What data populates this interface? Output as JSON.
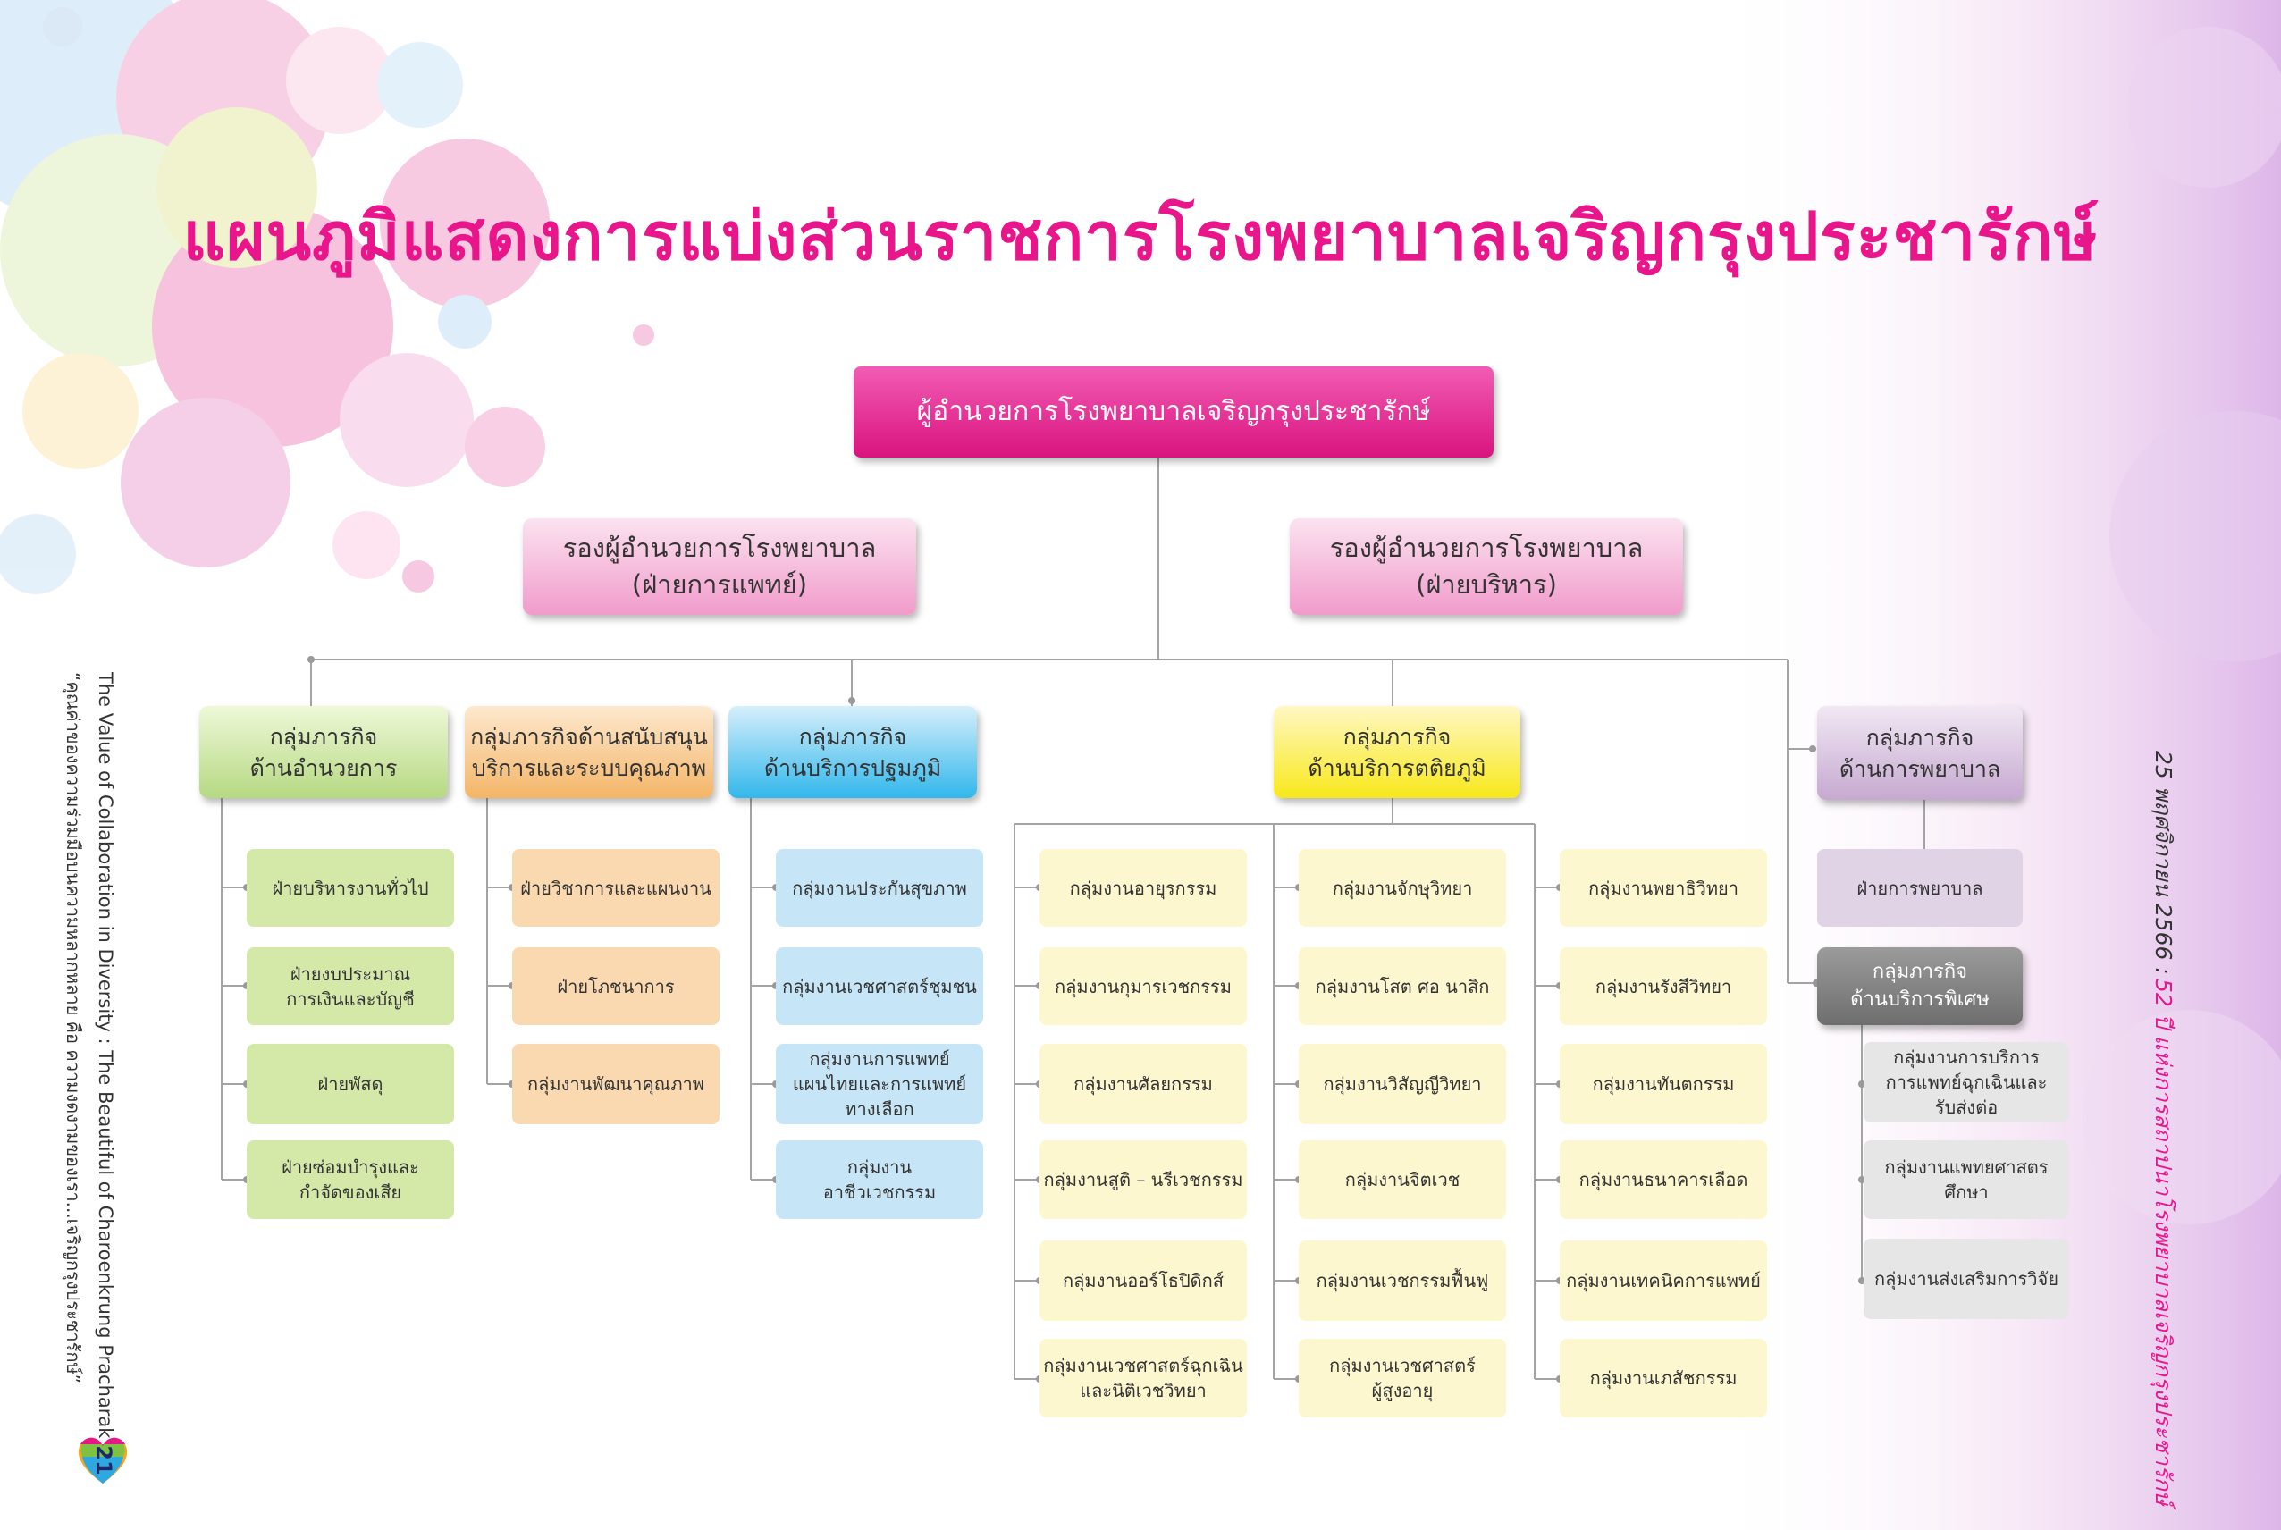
{
  "title": "แผนภูมิแสดงการแบ่งส่วนราชการโรงพยาบาลเจริญกรุงประชารักษ์",
  "director": "ผู้อำนวยการโรงพยาบาลเจริญกรุงประชารักษ์",
  "deputies": [
    {
      "line1": "รองผู้อำนวยการโรงพยาบาล",
      "line2": "(ฝ่ายการแพทย์)"
    },
    {
      "line1": "รองผู้อำนวยการโรงพยาบาล",
      "line2": "(ฝ่ายบริหาร)"
    }
  ],
  "groups": {
    "admin": {
      "line1": "กลุ่มภารกิจ",
      "line2": "ด้านอำนวยการ",
      "items": [
        {
          "line1": "ฝ่ายบริหารงานทั่วไป"
        },
        {
          "line1": "ฝ่ายงบประมาณ",
          "line2": "การเงินและบัญชี"
        },
        {
          "line1": "ฝ่ายพัสดุ"
        },
        {
          "line1": "ฝ่ายซ่อมบำรุงและ",
          "line2": "กำจัดของเสีย"
        }
      ]
    },
    "support": {
      "line1": "กลุ่มภารกิจด้านสนับสนุน",
      "line2": "บริการและระบบคุณภาพ",
      "items": [
        {
          "line1": "ฝ่ายวิชาการและแผนงาน"
        },
        {
          "line1": "ฝ่ายโภชนาการ"
        },
        {
          "line1": "กลุ่มงานพัฒนาคุณภาพ"
        }
      ]
    },
    "primary": {
      "line1": "กลุ่มภารกิจ",
      "line2": "ด้านบริการปฐมภูมิ",
      "items": [
        {
          "line1": "กลุ่มงานประกันสุขภาพ"
        },
        {
          "line1": "กลุ่มงานเวชศาสตร์ชุมชน"
        },
        {
          "line1": "กลุ่มงานการแพทย์",
          "line2": "แผนไทยและการแพทย์",
          "line3": "ทางเลือก"
        },
        {
          "line1": "กลุ่มงาน",
          "line2": "อาชีวเวชกรรม"
        }
      ]
    },
    "tertiary": {
      "line1": "กลุ่มภารกิจ",
      "line2": "ด้านบริการตติยภูมิ",
      "col1": [
        {
          "line1": "กลุ่มงานอายุรกรรม"
        },
        {
          "line1": "กลุ่มงานกุมารเวชกรรม"
        },
        {
          "line1": "กลุ่มงานศัลยกรรม"
        },
        {
          "line1": "กลุ่มงานสูติ – นรีเวชกรรม"
        },
        {
          "line1": "กลุ่มงานออร์โธปิดิกส์"
        },
        {
          "line1": "กลุ่มงานเวชศาสตร์ฉุกเฉิน",
          "line2": "และนิติเวชวิทยา"
        }
      ],
      "col2": [
        {
          "line1": "กลุ่มงานจักษุวิทยา"
        },
        {
          "line1": "กลุ่มงานโสต ศอ นาสิก"
        },
        {
          "line1": "กลุ่มงานวิสัญญีวิทยา"
        },
        {
          "line1": "กลุ่มงานจิตเวช"
        },
        {
          "line1": "กลุ่มงานเวชกรรมฟื้นฟู"
        },
        {
          "line1": "กลุ่มงานเวชศาสตร์",
          "line2": "ผู้สูงอายุ"
        }
      ],
      "col3": [
        {
          "line1": "กลุ่มงานพยาธิวิทยา"
        },
        {
          "line1": "กลุ่มงานรังสีวิทยา"
        },
        {
          "line1": "กลุ่มงานทันตกรรม"
        },
        {
          "line1": "กลุ่มงานธนาคารเลือด"
        },
        {
          "line1": "กลุ่มงานเทคนิคการแพทย์"
        },
        {
          "line1": "กลุ่มงานเภสัชกรรม"
        }
      ]
    },
    "nursing": {
      "line1": "กลุ่มภารกิจ",
      "line2": "ด้านการพยาบาล",
      "items": [
        {
          "line1": "ฝ่ายการพยาบาล"
        }
      ]
    },
    "special": {
      "line1": "กลุ่มภารกิจ",
      "line2": "ด้านบริการพิเศษ",
      "items": [
        {
          "line1": "กลุ่มงานการบริการ",
          "line2": "การแพทย์ฉุกเฉินและ",
          "line3": "รับส่งต่อ"
        },
        {
          "line1": "กลุ่มงานแพทยศาสตรศึกษา"
        },
        {
          "line1": "กลุ่มงานส่งเสริมการวิจัย"
        }
      ]
    }
  },
  "side_left": {
    "en": "The Value of Collaboration in Diversity : The Beautiful of Charoenkrung Pracharak",
    "th": "“คุณค่าของความร่วมมือบนความหลากหลาย คือ ความงดงามของเรา...เจริญกรุงประชารักษ์”",
    "page_number": "21"
  },
  "side_right": {
    "date": "25 พฤศจิกายน 2566 :",
    "tagline": "52 ปี แห่งการสถาปนาโรงพยาบาลเจริญกรุงประชารักษ์"
  },
  "colors": {
    "title": "#e8168a",
    "admin": "#d4e8a8",
    "support": "#fbd9b0",
    "primary": "#c6e6f7",
    "tertiary": "#fdf7cf",
    "nursing": "#e0d3e6",
    "special": "#e6e6e6"
  }
}
